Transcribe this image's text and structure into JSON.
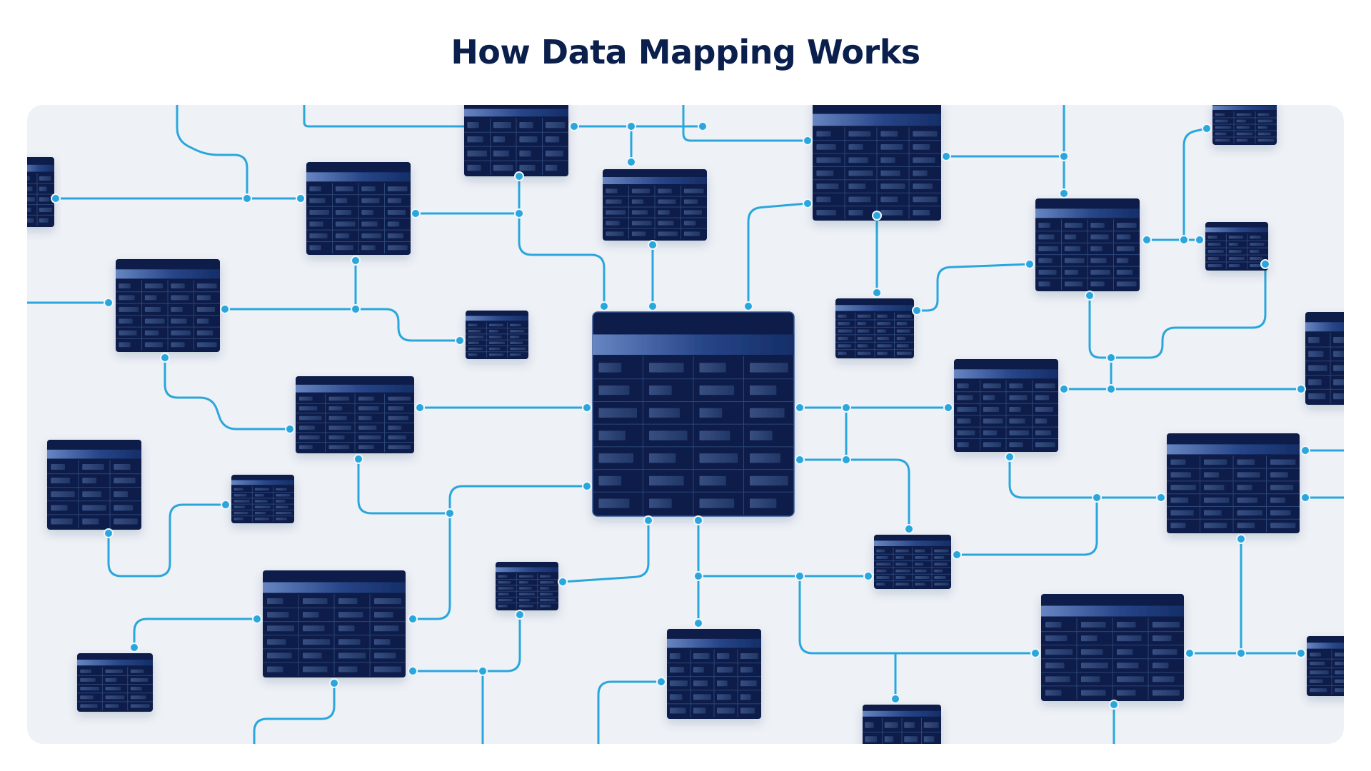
{
  "title": "How Data Mapping Works",
  "colors": {
    "background": "#ffffff",
    "panel": "#eef2f7",
    "table_dark": "#0b1b4a",
    "table_header_bar": "#7191cf",
    "connector": "#2ba6dc",
    "node": "#2ba6dc",
    "title_text": "#0b1f4d"
  },
  "diagram": {
    "tables": [
      {
        "id": "t-left-edge-top",
        "cols": 2,
        "rows": 5
      },
      {
        "id": "t-top-center-left",
        "cols": 4,
        "rows": 4
      },
      {
        "id": "t-upper-left",
        "cols": 4,
        "rows": 6
      },
      {
        "id": "t-top-center",
        "cols": 4,
        "rows": 5
      },
      {
        "id": "t-top-right-large",
        "cols": 4,
        "rows": 7
      },
      {
        "id": "t-top-right-small",
        "cols": 3,
        "rows": 5
      },
      {
        "id": "t-right-upper",
        "cols": 4,
        "rows": 6
      },
      {
        "id": "t-right-small",
        "cols": 3,
        "rows": 5
      },
      {
        "id": "t-left-middle",
        "cols": 4,
        "rows": 6
      },
      {
        "id": "t-small-left-center",
        "cols": 3,
        "rows": 6
      },
      {
        "id": "t-main-center",
        "cols": 4,
        "rows": 7,
        "central": true
      },
      {
        "id": "t-center-right-small",
        "cols": 4,
        "rows": 6
      },
      {
        "id": "t-right-edge-middle",
        "cols": 2,
        "rows": 5
      },
      {
        "id": "t-middle-left",
        "cols": 4,
        "rows": 6
      },
      {
        "id": "t-right-middle",
        "cols": 4,
        "rows": 6
      },
      {
        "id": "t-left-bottom",
        "cols": 3,
        "rows": 5
      },
      {
        "id": "t-small-left-bottom",
        "cols": 3,
        "rows": 6
      },
      {
        "id": "t-far-right-middle",
        "cols": 4,
        "rows": 6
      },
      {
        "id": "t-bottom-center-small",
        "cols": 4,
        "rows": 6
      },
      {
        "id": "t-bottom-left-large",
        "cols": 4,
        "rows": 6
      },
      {
        "id": "t-small-bottom-center",
        "cols": 3,
        "rows": 6
      },
      {
        "id": "t-bottom-left-small",
        "cols": 3,
        "rows": 5
      },
      {
        "id": "t-bottom-center",
        "cols": 4,
        "rows": 5
      },
      {
        "id": "t-bottom-right-large",
        "cols": 4,
        "rows": 6
      },
      {
        "id": "t-bottom-right-edge",
        "cols": 2,
        "rows": 5
      },
      {
        "id": "t-bottom-center-edge",
        "cols": 4,
        "rows": 3
      }
    ]
  }
}
